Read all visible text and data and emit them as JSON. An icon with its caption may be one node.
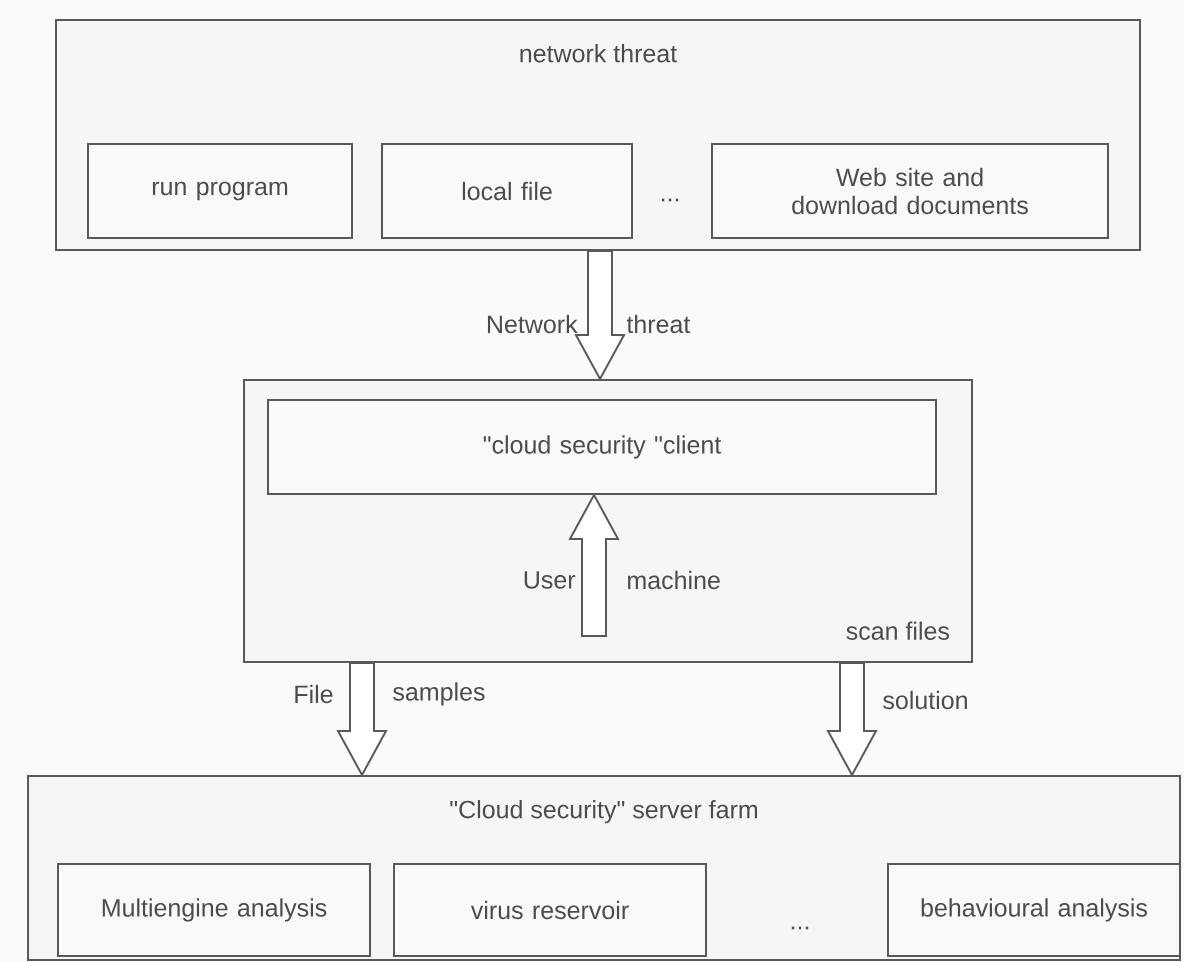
{
  "diagram": {
    "nodes": [
      {
        "text": [
          "network threat"
        ]
      },
      {
        "text": [
          "run program"
        ],
        "in": 0
      },
      {
        "text": [
          "local file"
        ],
        "in": 0
      },
      {
        "text": [
          "Web site and download documents"
        ],
        "in": 0
      },
      {
        "text": [
          "scan files"
        ]
      },
      {
        "text": [
          "\"cloud security \"client"
        ],
        "in": 4
      },
      {
        "text": [
          "\"Cloud security\"  server farm"
        ]
      },
      {
        "text": [
          "Multiengine analysis"
        ],
        "in": 6
      },
      {
        "text": [
          "virus reservoir"
        ],
        "in": 6
      },
      {
        "text": [
          "behavioural analysis"
        ],
        "in": 6
      }
    ],
    "edges": [
      {
        "from": 0,
        "to": 4,
        "arrow": "to"
      },
      {
        "from": 4,
        "to": 6,
        "arrow": "to"
      },
      {
        "from": 4,
        "to": 6,
        "arrow": "to",
        "label": "solution"
      },
      {
        "from": null,
        "to": 5,
        "arrow": "to"
      }
    ],
    "labels": [
      "...",
      "Network",
      "threat",
      "User",
      "machine",
      "File",
      "samples",
      "..."
    ]
  }
}
